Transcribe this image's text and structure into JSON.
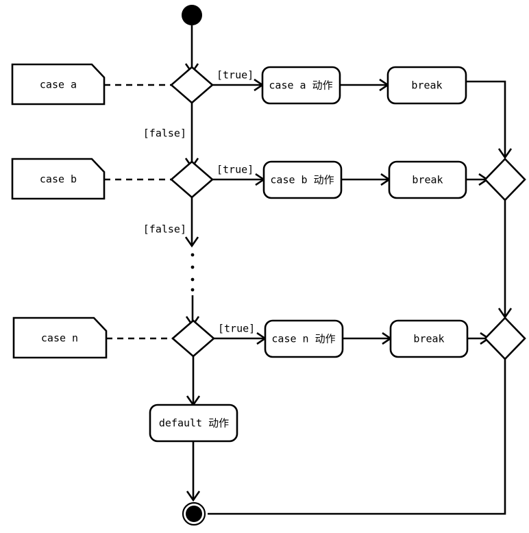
{
  "diagram": {
    "kind": "uml-activity-diagram",
    "title": "switch-case activity diagram",
    "colors": {
      "stroke": "#000000",
      "fill": "#ffffff",
      "background": "#ffffff"
    },
    "start_node": {
      "label": "",
      "name": "initial-node"
    },
    "end_node": {
      "label": "",
      "name": "final-node"
    },
    "notes": [
      {
        "id": "note-a",
        "label": "case a"
      },
      {
        "id": "note-b",
        "label": "case b"
      },
      {
        "id": "note-n",
        "label": "case n"
      }
    ],
    "decisions": [
      {
        "id": "decision-a",
        "true_guard": "[true]",
        "false_guard": "[false]"
      },
      {
        "id": "decision-b",
        "true_guard": "[true]",
        "false_guard": "[false]"
      },
      {
        "id": "decision-n",
        "true_guard": "[true]",
        "false_guard": ""
      }
    ],
    "actions": [
      {
        "id": "action-a",
        "label": "case a 动作"
      },
      {
        "id": "action-b",
        "label": "case b 动作"
      },
      {
        "id": "action-n",
        "label": "case n 动作"
      },
      {
        "id": "action-default",
        "label": "default 动作"
      }
    ],
    "breaks": [
      {
        "id": "break-a",
        "label": "break"
      },
      {
        "id": "break-b",
        "label": "break"
      },
      {
        "id": "break-n",
        "label": "break"
      }
    ],
    "merges": [
      {
        "id": "merge-1",
        "label": ""
      },
      {
        "id": "merge-2",
        "label": ""
      }
    ],
    "ellipsis": {
      "id": "vertical-ellipsis",
      "dots": 4
    }
  }
}
